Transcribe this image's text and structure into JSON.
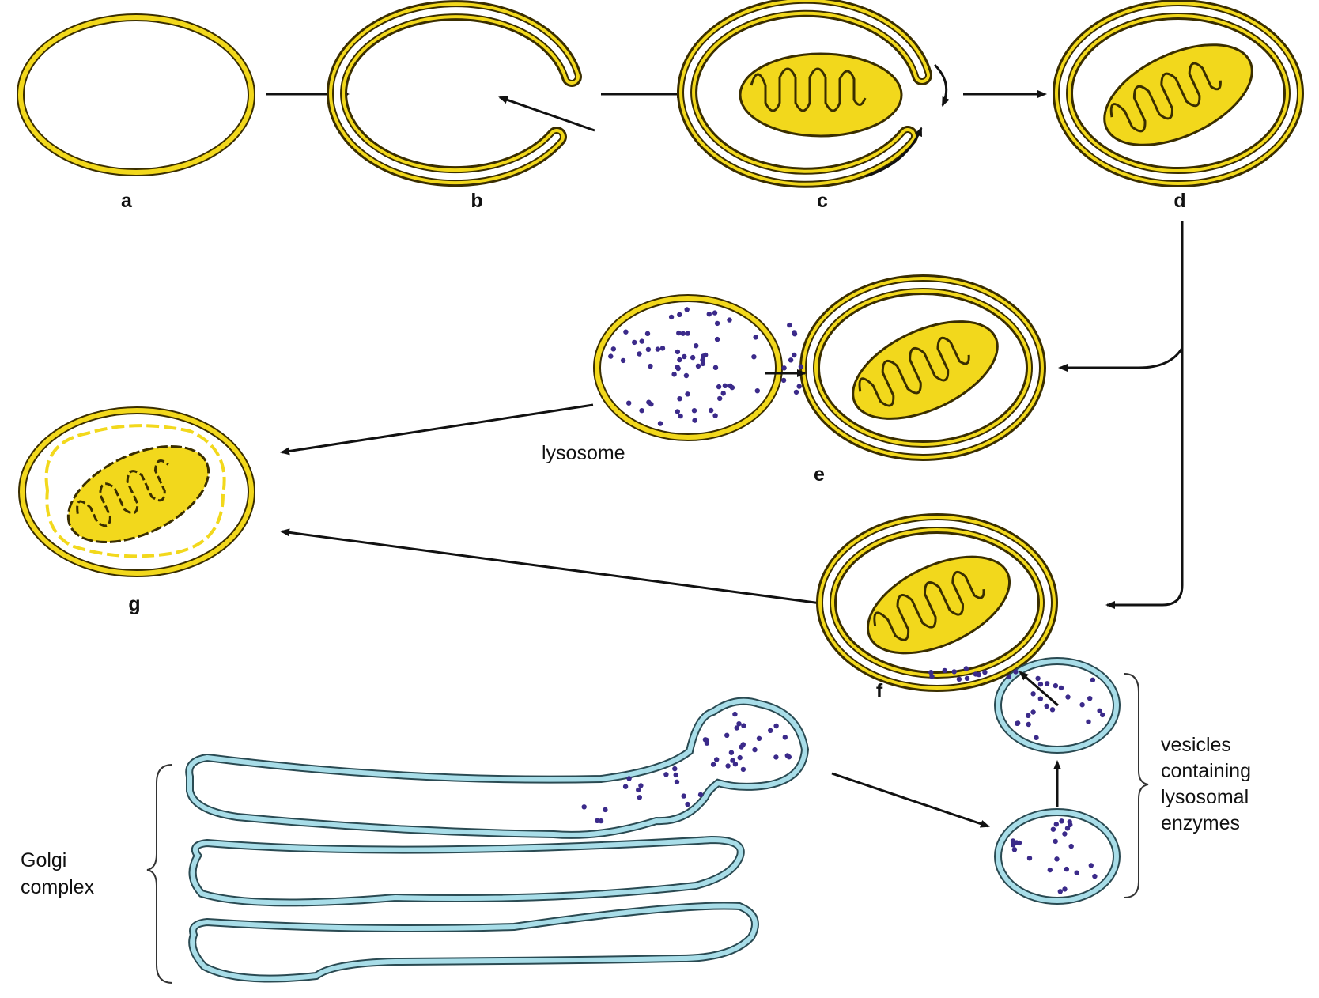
{
  "stages": {
    "a": "a",
    "b": "b",
    "c": "c",
    "d": "d",
    "e": "e",
    "f": "f",
    "g": "g"
  },
  "labels": {
    "lysosome": "lysosome",
    "golgi_line1": "Golgi",
    "golgi_line2": "complex",
    "vesicles_line1": "vesicles",
    "vesicles_line2": "containing",
    "vesicles_line3": "lysosomal",
    "vesicles_line4": "enzymes"
  },
  "colors": {
    "membrane_yellow": "#F2D81C",
    "membrane_blue": "#A8DDE8",
    "outline": "#3a2e00",
    "enzyme_dot": "#3b2a8a"
  }
}
